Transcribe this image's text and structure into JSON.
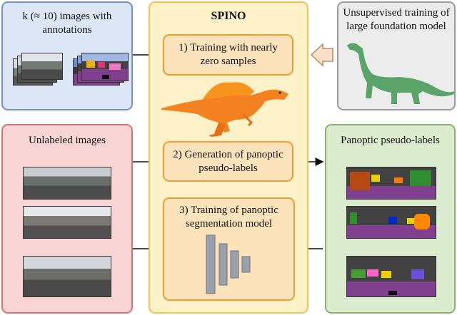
{
  "annotated": {
    "label": "k (≈ 10) images with annotations"
  },
  "spino": {
    "title": "SPINO",
    "step1": "1) Training with nearly zero samples",
    "step2": "2) Generation of panoptic pseudo-labels",
    "step3": "3) Training of panoptic segmentation model"
  },
  "foundation": {
    "label": "Unsupervised training of large foundation model"
  },
  "unlabeled": {
    "label": "Unlabeled images"
  },
  "pseudo": {
    "label": "Panoptic pseudo-labels"
  },
  "colors": {
    "blue_bg": "#dce6f7",
    "blue_border": "#6f93c8",
    "yellow_bg": "#fdf1c8",
    "yellow_border": "#f2c24c",
    "step_bg": "#fde3bc",
    "step_border": "#e9a033",
    "gray_bg": "#ececec",
    "gray_border": "#9a9a9a",
    "red_bg": "#f8d4d4",
    "red_border": "#d9726f",
    "green_bg": "#dceccf",
    "green_border": "#8bb06e",
    "dino_green": "#5aa469",
    "dino_orange": "#f58220",
    "road_purple": "#80408f"
  },
  "icons": [
    "arrow-right-icon",
    "arrow-left-icon",
    "hollow-arrow-left-icon",
    "sauropod-dinosaur-icon",
    "spinosaurus-dinosaur-icon",
    "encoder-decoder-network-icon"
  ]
}
